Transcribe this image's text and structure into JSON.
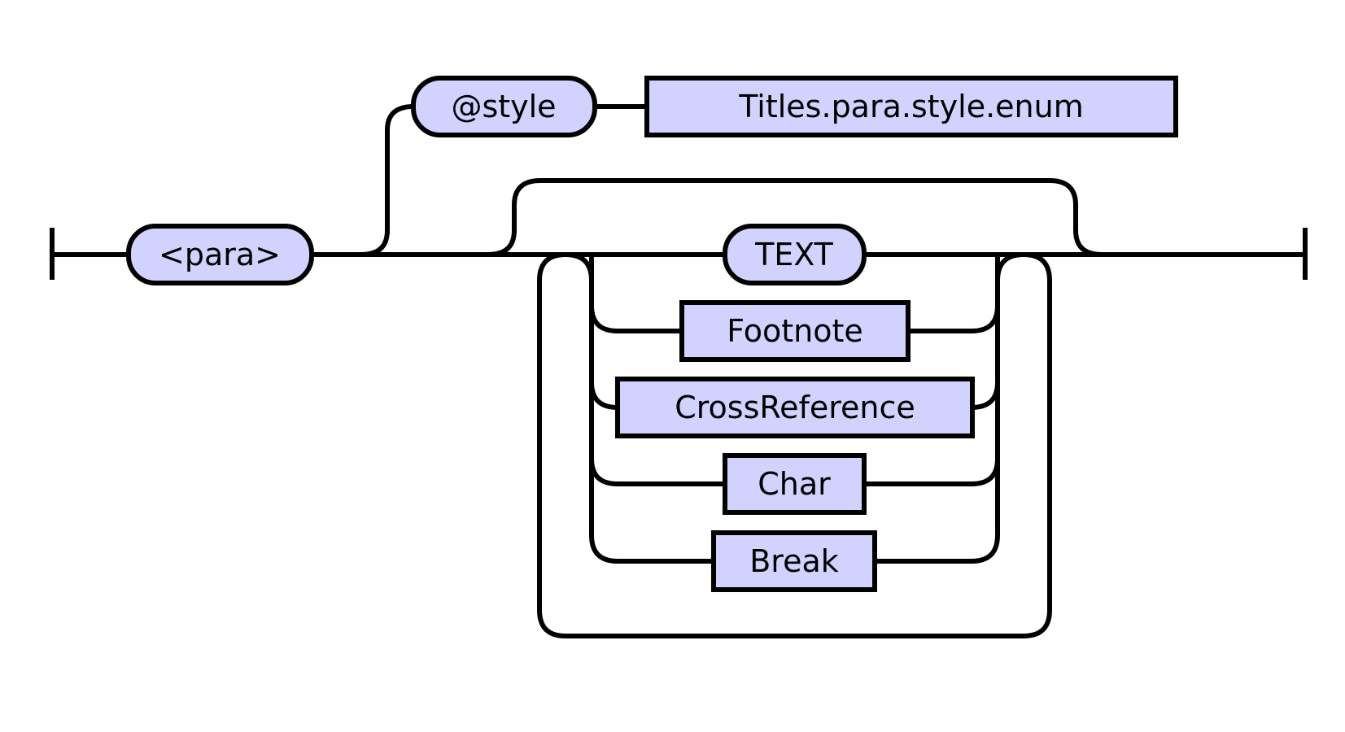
{
  "diagram": {
    "start_element": "<para>",
    "attribute": "@style",
    "attribute_type": "Titles.para.style.enum",
    "choices": [
      "TEXT",
      "Footnote",
      "CrossReference",
      "Char",
      "Break"
    ]
  },
  "colors": {
    "node_fill": "#d2d2ff",
    "stroke": "#000000",
    "background": "#ffffff"
  }
}
